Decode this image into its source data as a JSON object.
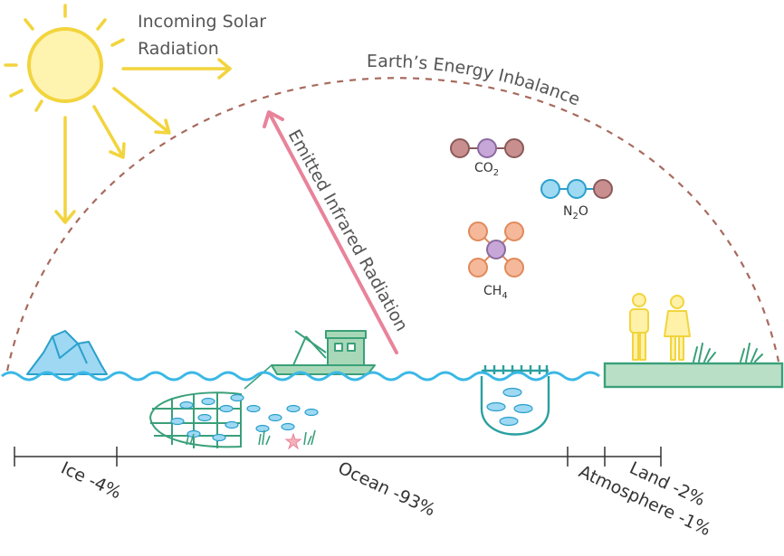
{
  "labels": {
    "solar": [
      "Incoming Solar",
      "Radiation"
    ],
    "imbalance": "Earth’s Energy Inbalance",
    "infrared": "Emitted Infrared Radiation"
  },
  "molecules": {
    "co2": {
      "base": "CO",
      "sub": "2"
    },
    "n2o": {
      "base": "N",
      "sub": "2",
      "tail": "O"
    },
    "ch4": {
      "base": "CH",
      "sub": "4"
    }
  },
  "segments": {
    "ice": "Ice -4%",
    "ocean": "Ocean -93%",
    "atmosphere": "Atmosphere -1%",
    "land": "Land -2%"
  },
  "colors": {
    "sun": "#fff3b0",
    "sun_ray": "#f2d43d",
    "dome": "#a86a5e",
    "infrared": "#e8839a",
    "water": "#3ab8e6",
    "ice": "#9ed8f2",
    "boat": "#a9d8b8",
    "land": "#b9e0c6",
    "people": "#fff1a8",
    "co2_atom": "#c98f8f",
    "carbon_atom": "#c7a6d8",
    "n_atom": "#9fd9f2",
    "h_atom": "#f5b89a"
  },
  "icons": [
    "sun-icon",
    "iceberg-icon",
    "fishing-boat-icon",
    "fishing-net-icon",
    "fish-farm-icon",
    "people-icon",
    "grass-icon"
  ]
}
